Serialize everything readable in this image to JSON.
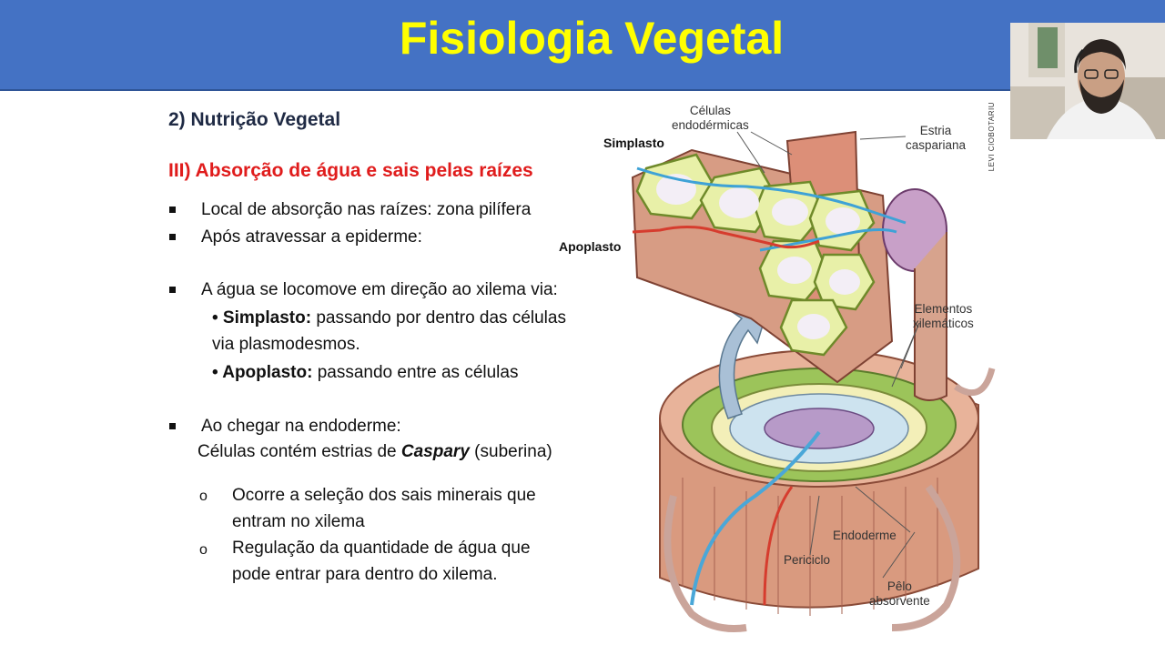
{
  "slide": {
    "title": "Fisiologia Vegetal",
    "section": "2) Nutrição Vegetal",
    "subsection": "III) Absorção de água e sais pelas raízes",
    "bullets": {
      "b1": "Local de absorção nas raízes: zona pilífera",
      "b2": "Após atravessar a epiderme:",
      "b3": "A água se locomove em direção ao xilema via:",
      "simplasto_term": "• Simplasto:",
      "simplasto_text": " passando por dentro das células",
      "simplasto_text2": "via plasmodesmos.",
      "apoplasto_term": "• Apoplasto:",
      "apoplasto_text": " passando entre as células",
      "b4": "Ao chegar na endoderme:",
      "b4_line2_pre": "Células contém estrias de ",
      "b4_line2_term": "Caspary",
      "b4_line2_post": " (suberina)",
      "o1_line1": "Ocorre a seleção dos sais minerais que",
      "o1_line2": "entram no xilema",
      "o2_line1": " Regulação da quantidade de água que",
      "o2_line2": "pode entrar para dentro do xilema."
    },
    "diagram": {
      "label_celulas_1": "Células",
      "label_celulas_2": "endodérmicas",
      "label_estria_1": "Estria",
      "label_estria_2": "caspariana",
      "label_simplasto": "Simplasto",
      "label_apoplasto": "Apoplasto",
      "label_elementos_1": "Elementos",
      "label_elementos_2": "xilemáticos",
      "label_endoderme": "Endoderme",
      "label_periciclo": "Periciclo",
      "label_pelo_1": "Pêlo",
      "label_pelo_2": "absorvente",
      "credit": "LEVI CIOBOTARIU"
    }
  },
  "colors": {
    "header": "#4472c4",
    "title": "#ffff00",
    "heading": "#1f2a44",
    "subheading": "#e01c1c"
  }
}
